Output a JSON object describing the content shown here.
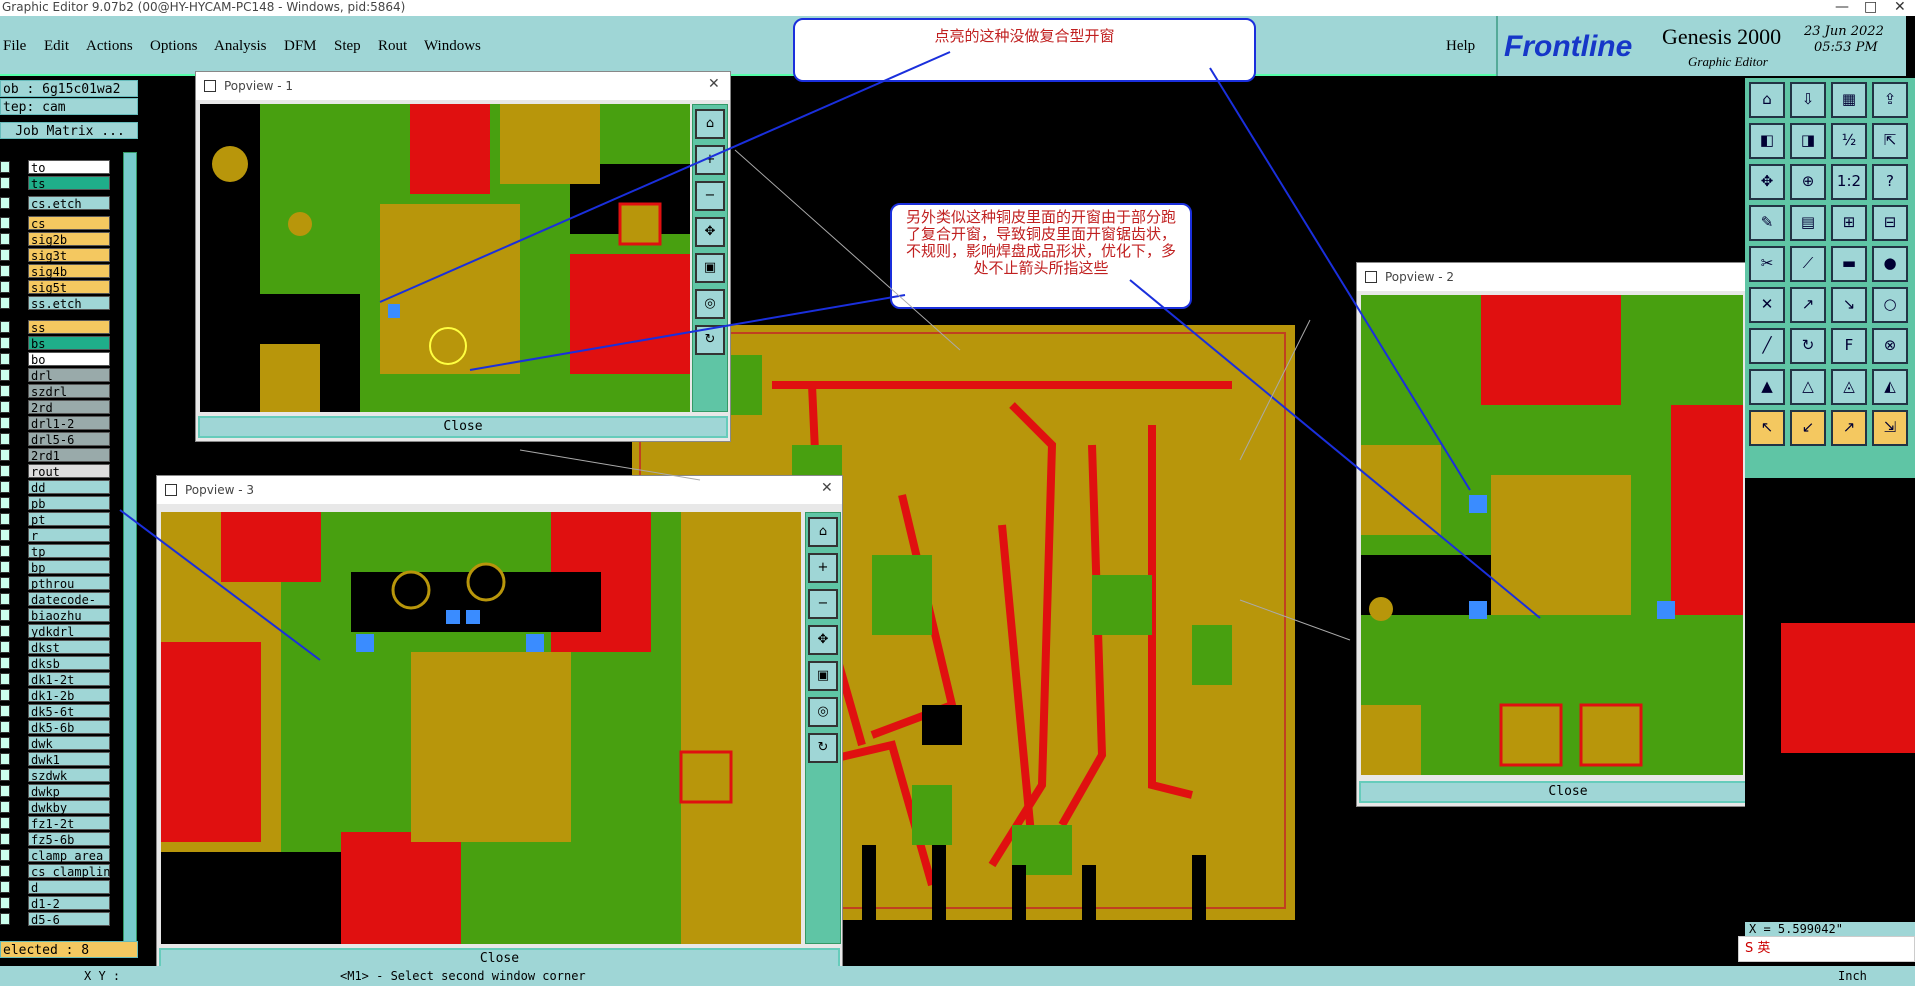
{
  "window": {
    "title": "Graphic Editor 9.07b2 (00@HY-HYCAM-PC148 - Windows, pid:5864)",
    "minimize": "—",
    "maximize": "□",
    "close": "✕"
  },
  "menu": {
    "items": [
      "File",
      "Edit",
      "Actions",
      "Options",
      "Analysis",
      "DFM",
      "Step",
      "Rout",
      "Windows"
    ],
    "help": "Help"
  },
  "logo": {
    "brand": "Frontline",
    "product": "Genesis 2000",
    "subtitle": "Graphic Editor",
    "date": "23 Jun 2022",
    "time": "05:53 PM"
  },
  "job": {
    "job": "ob : 6g15c01wa2",
    "step": "tep: cam",
    "matrix": "Job Matrix ..."
  },
  "layers": {
    "group1": [
      "to",
      "ts"
    ],
    "etch1": "cs.etch",
    "group2": [
      "cs",
      "sig2b",
      "sig3t",
      "sig4b",
      "sig5t"
    ],
    "etch2": "ss.etch",
    "group3": [
      "ss",
      "bs",
      "bo"
    ],
    "drill": [
      "drl",
      "szdrl",
      "2rd",
      "drl1-2",
      "drl5-6",
      "2rd1",
      "rout"
    ],
    "misc": [
      "dd",
      "pb",
      "pt",
      "r",
      "tp",
      "bp",
      "pthrou",
      "datecode-to",
      "biaozhu",
      "ydkdrl",
      "dkst",
      "dksb",
      "dk1-2t",
      "dk1-2b",
      "dk5-6t",
      "dk5-6b",
      "dwk",
      "dwk1",
      "szdwk",
      "dwkp",
      "dwkby",
      "fz1-2t",
      "fz5-6b",
      "clamp_area",
      "cs_clampline",
      "d",
      "d1-2",
      "d5-6"
    ],
    "selected": "elected : 8"
  },
  "popups": [
    {
      "title": "Popview - 1",
      "close": "Close"
    },
    {
      "title": "Popview - 2",
      "close": "Close"
    },
    {
      "title": "Popview - 3",
      "close": "Close"
    }
  ],
  "callouts": {
    "top": "点亮的这种没做复合型开窗",
    "middle": "另外类似这种铜皮里面的开窗由于部分跑了复合开窗，导致铜皮里面开窗锯齿状，不规则，影响焊盘成品形状，优化下，多处不止箭头所指这些"
  },
  "status": {
    "coords": "X = 5.599042\"",
    "units": "Inch",
    "xy": "X Y :",
    "prompt": "<M1> - Select second window corner"
  },
  "ime": {
    "label": "S 英"
  },
  "colors": {
    "menu": "#9fd6d6",
    "copper": "#b8960b",
    "mask": "#48a010",
    "pad": "#e01010",
    "drill": "#3a8cff"
  }
}
